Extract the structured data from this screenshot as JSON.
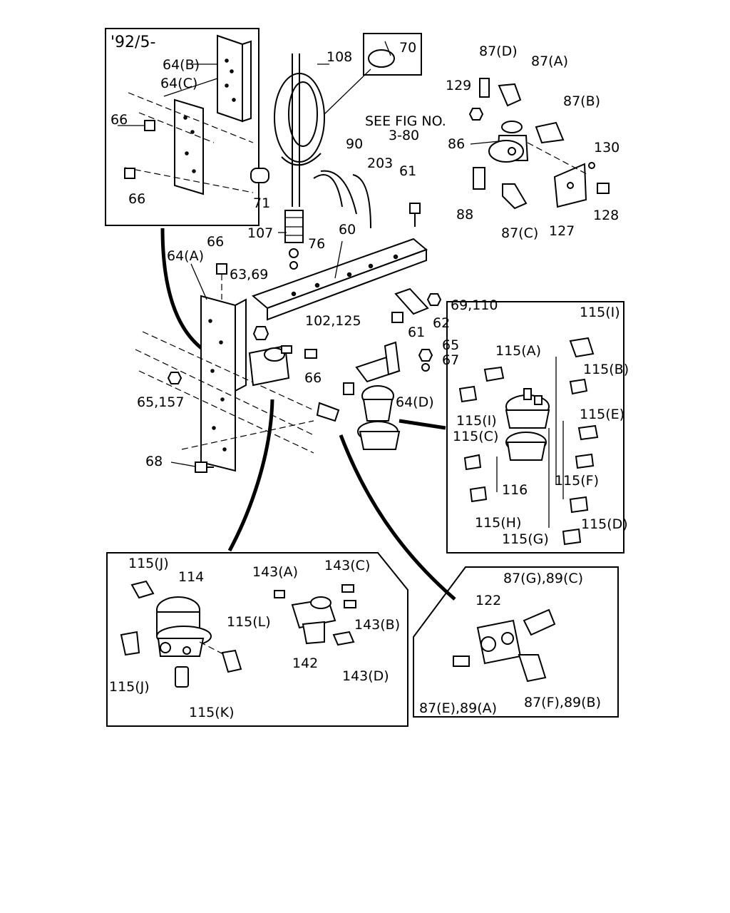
{
  "diagram": {
    "inset_date": "'92/5-",
    "note": [
      "SEE FIG NO.",
      "3-80"
    ],
    "labels": {
      "l64b": "64(B)",
      "l64c": "64(C)",
      "l66a": "66",
      "l66b": "66",
      "l70": "70",
      "l108": "108",
      "l90": "90",
      "l203": "203",
      "l71": "71",
      "l107": "107",
      "l76": "76",
      "l60": "60",
      "l61a": "61",
      "l66c": "66",
      "l64a": "64(A)",
      "l6369": "63,69",
      "l102125": "102,125",
      "l62": "62",
      "l69110": "69,110",
      "l61b": "61",
      "l65": "65",
      "l67": "67",
      "l66d": "66",
      "l64d": "64(D)",
      "l65157": "65,157",
      "l68": "68",
      "l87d": "87(D)",
      "l87a": "87(A)",
      "l129": "129",
      "l87b": "87(B)",
      "l86": "86",
      "l130": "130",
      "l88": "88",
      "l87c": "87(C)",
      "l127": "127",
      "l128": "128",
      "l115i1": "115(I)",
      "l115a": "115(A)",
      "l115b": "115(B)",
      "l115i2": "115(I)",
      "l115e": "115(E)",
      "l115c": "115(C)",
      "l115f": "115(F)",
      "l116": "116",
      "l115h": "115(H)",
      "l115d": "115(D)",
      "l115g": "115(G)",
      "l115j1": "115(J)",
      "l114": "114",
      "l115l": "115(L)",
      "l115j2": "115(J)",
      "l115k": "115(K)",
      "l143a": "143(A)",
      "l143c": "143(C)",
      "l143b": "143(B)",
      "l142": "142",
      "l143d": "143(D)",
      "l87g89c": "87(G),89(C)",
      "l122": "122",
      "l87e89a": "87(E),89(A)",
      "l87f89b": "87(F),89(B)"
    }
  }
}
